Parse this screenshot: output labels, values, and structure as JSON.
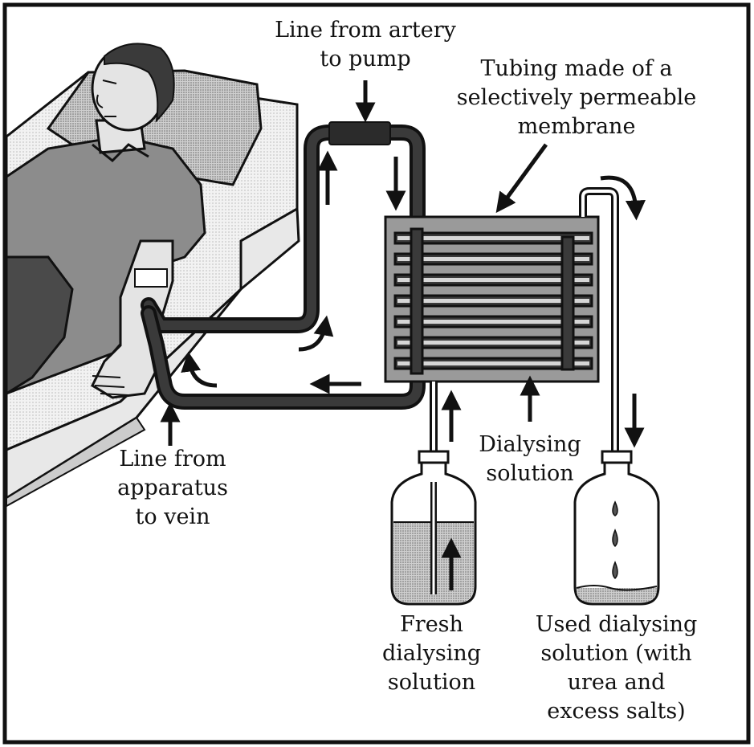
{
  "labels": {
    "artery_line": [
      "Line from artery",
      "to pump"
    ],
    "membrane": [
      "Tubing made of a",
      "selectively permeable",
      "membrane"
    ],
    "vein_line": [
      "Line from",
      "apparatus",
      "to vein"
    ],
    "dialysing": [
      "Dialysing",
      "solution"
    ],
    "fresh": [
      "Fresh",
      "dialysing",
      "solution"
    ],
    "used": [
      "Used dialysing",
      "solution (with",
      "urea and",
      "excess salts)"
    ]
  },
  "colors": {
    "tube": "#2b2b2b",
    "tube_inner": "#3a3a3a",
    "tank": "#9a9a9a",
    "skin": "#e4e4e4",
    "clothes": "#8c8c8c",
    "outline": "#111111",
    "liquid": "#8a8a8a"
  }
}
